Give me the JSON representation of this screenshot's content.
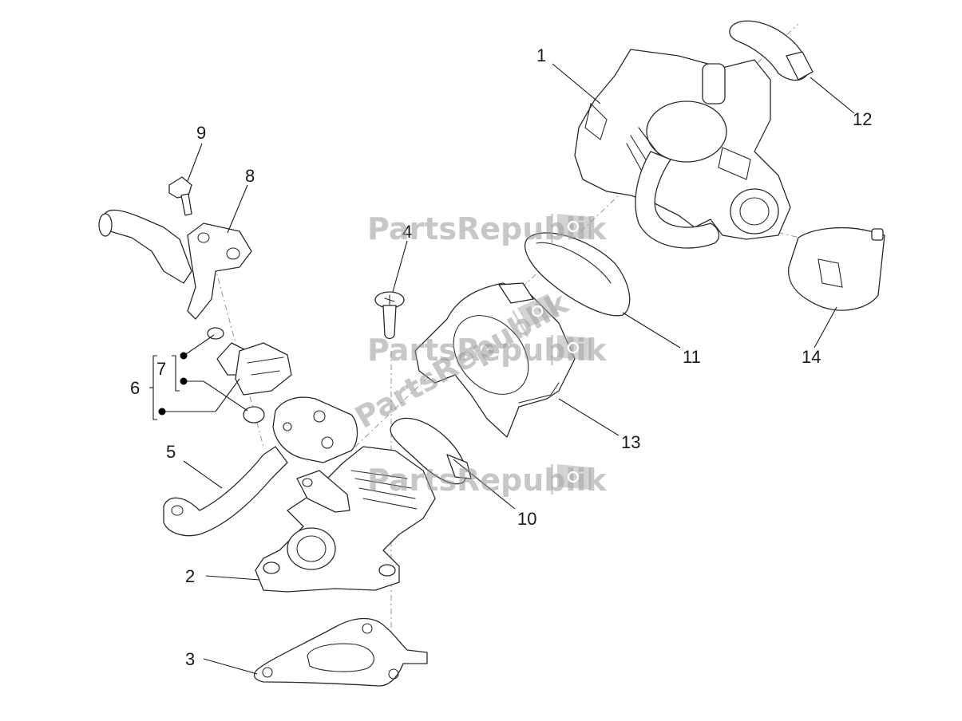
{
  "callouts": {
    "c1": "1",
    "c2": "2",
    "c3": "3",
    "c4": "4",
    "c5": "5",
    "c6": "6",
    "c7": "7",
    "c8": "8",
    "c9": "9",
    "c10": "10",
    "c11": "11",
    "c12": "12",
    "c13": "13",
    "c14": "14"
  },
  "watermark": {
    "text": "PartsRepublik",
    "icon": "gear-flag-icon"
  }
}
